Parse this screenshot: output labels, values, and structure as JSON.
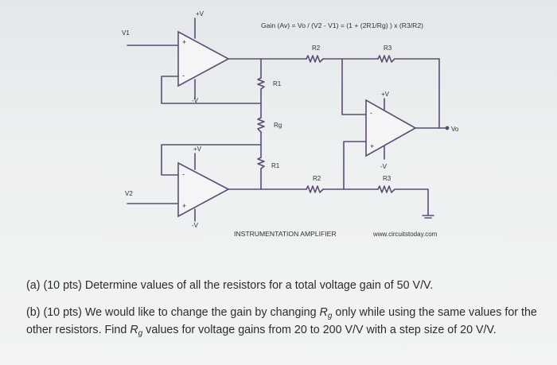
{
  "circuit": {
    "formula": "Gain (Av) = Vo  /  (V2 - V1)  = (1 + (2R1/Rg) ) x (R3/R2)",
    "caption": "INSTRUMENTATION AMPLIFIER",
    "website": "www.circuitstoday.com",
    "labels": {
      "v1": "V1",
      "v2": "V2",
      "vo": "Vo",
      "r1_top": "R1",
      "rg": "Rg",
      "r1_bottom": "R1",
      "r2_top": "R2",
      "r3_top": "R3",
      "r2_bottom": "R2",
      "r3_bottom": "R3",
      "vplus": "+V",
      "vminus": "-V",
      "plus": "+",
      "minus": "-"
    }
  },
  "questions": {
    "a": {
      "text": "(a) (10 pts) Determine values of all the resistors for a total voltage gain of 50 V/V."
    },
    "b": {
      "part1": "(b) (10 pts) We would like to change the gain by changing ",
      "var": "R",
      "sub": "g",
      "part2": " only while using the same values for the other resistors. Find ",
      "part3": " values for voltage gains from 20 to 200 V/V with a step size of 20 V/V."
    }
  }
}
